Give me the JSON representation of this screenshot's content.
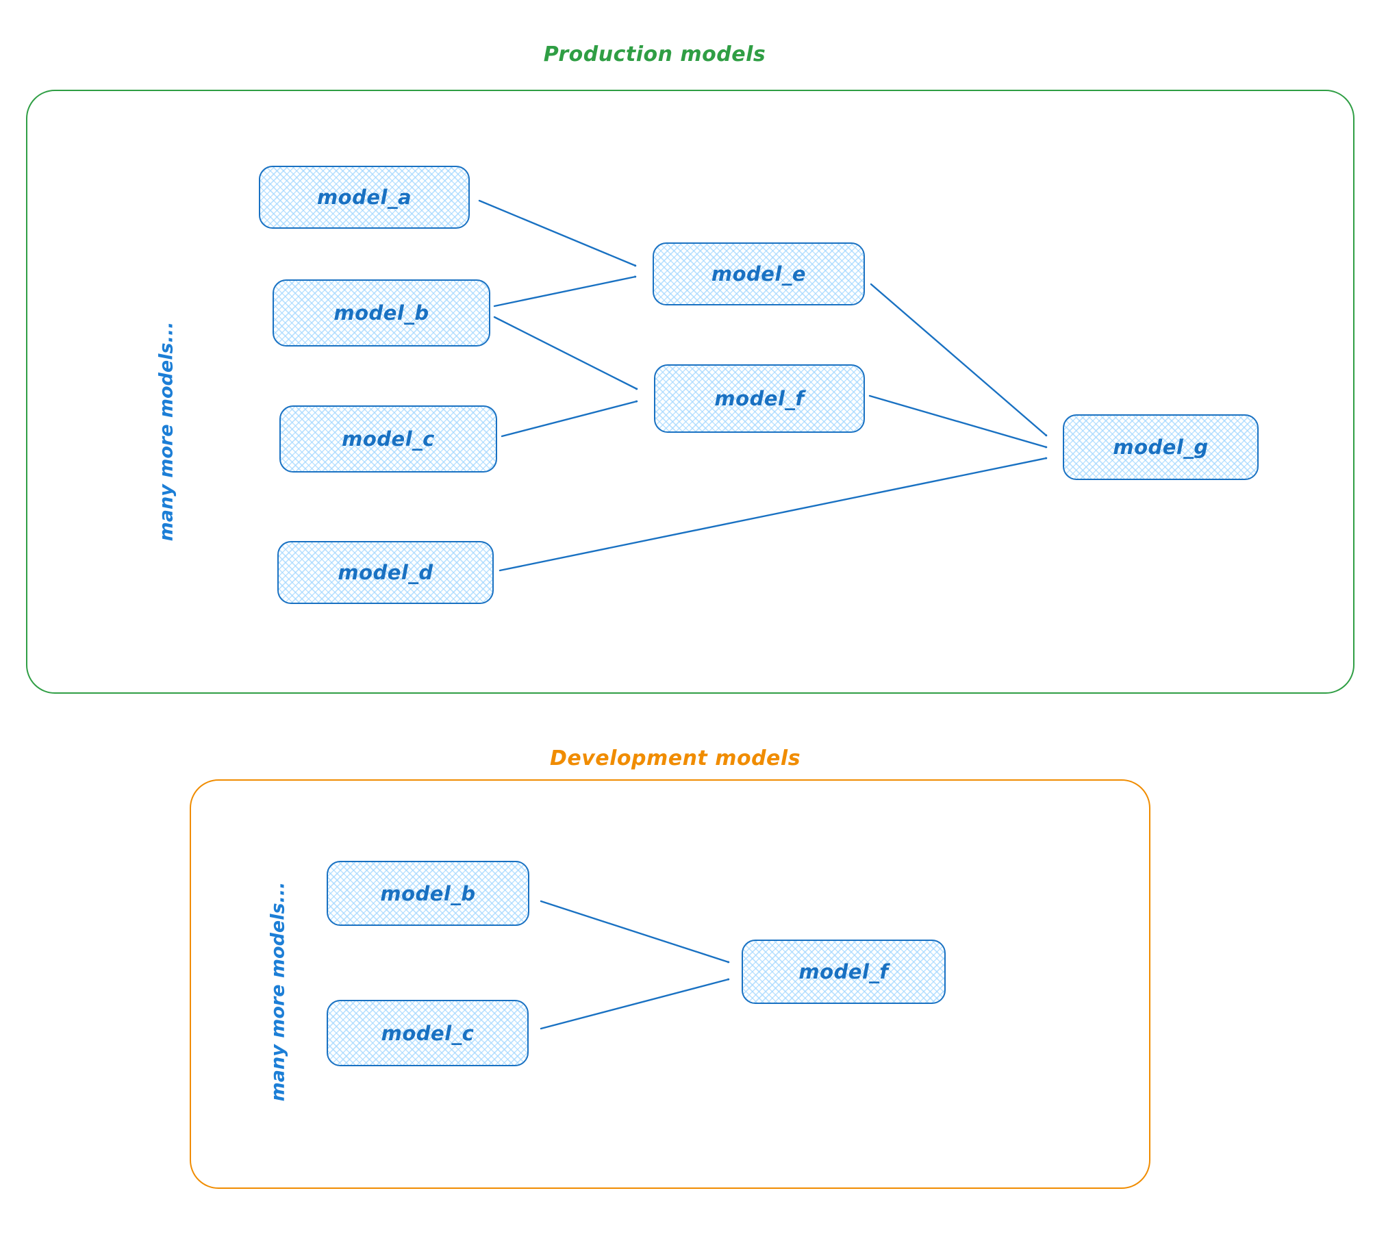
{
  "diagram": {
    "node_style": {
      "stroke_color": "#1971c2",
      "fill_color": "#a5d8ff",
      "fill_style": "cross-hatch",
      "text_color": "#1971c2"
    },
    "arrow_color": "#1971c2",
    "production": {
      "title": "Production models",
      "accent_color": "#2f9e44",
      "side_label": "many more models...",
      "nodes": [
        {
          "id": "model_a",
          "label": "model_a"
        },
        {
          "id": "model_b",
          "label": "model_b"
        },
        {
          "id": "model_c",
          "label": "model_c"
        },
        {
          "id": "model_d",
          "label": "model_d"
        },
        {
          "id": "model_e",
          "label": "model_e"
        },
        {
          "id": "model_f",
          "label": "model_f"
        },
        {
          "id": "model_g",
          "label": "model_g"
        }
      ],
      "edges": [
        {
          "from": "model_a",
          "to": "model_e"
        },
        {
          "from": "model_b",
          "to": "model_e"
        },
        {
          "from": "model_b",
          "to": "model_f"
        },
        {
          "from": "model_c",
          "to": "model_f"
        },
        {
          "from": "model_e",
          "to": "model_g"
        },
        {
          "from": "model_f",
          "to": "model_g"
        },
        {
          "from": "model_d",
          "to": "model_g"
        }
      ]
    },
    "development": {
      "title": "Development models",
      "accent_color": "#f08c00",
      "side_label": "many more models...",
      "nodes": [
        {
          "id": "model_b",
          "label": "model_b"
        },
        {
          "id": "model_c",
          "label": "model_c"
        },
        {
          "id": "model_f",
          "label": "model_f"
        }
      ],
      "edges": [
        {
          "from": "model_b",
          "to": "model_f"
        },
        {
          "from": "model_c",
          "to": "model_f"
        }
      ]
    }
  }
}
